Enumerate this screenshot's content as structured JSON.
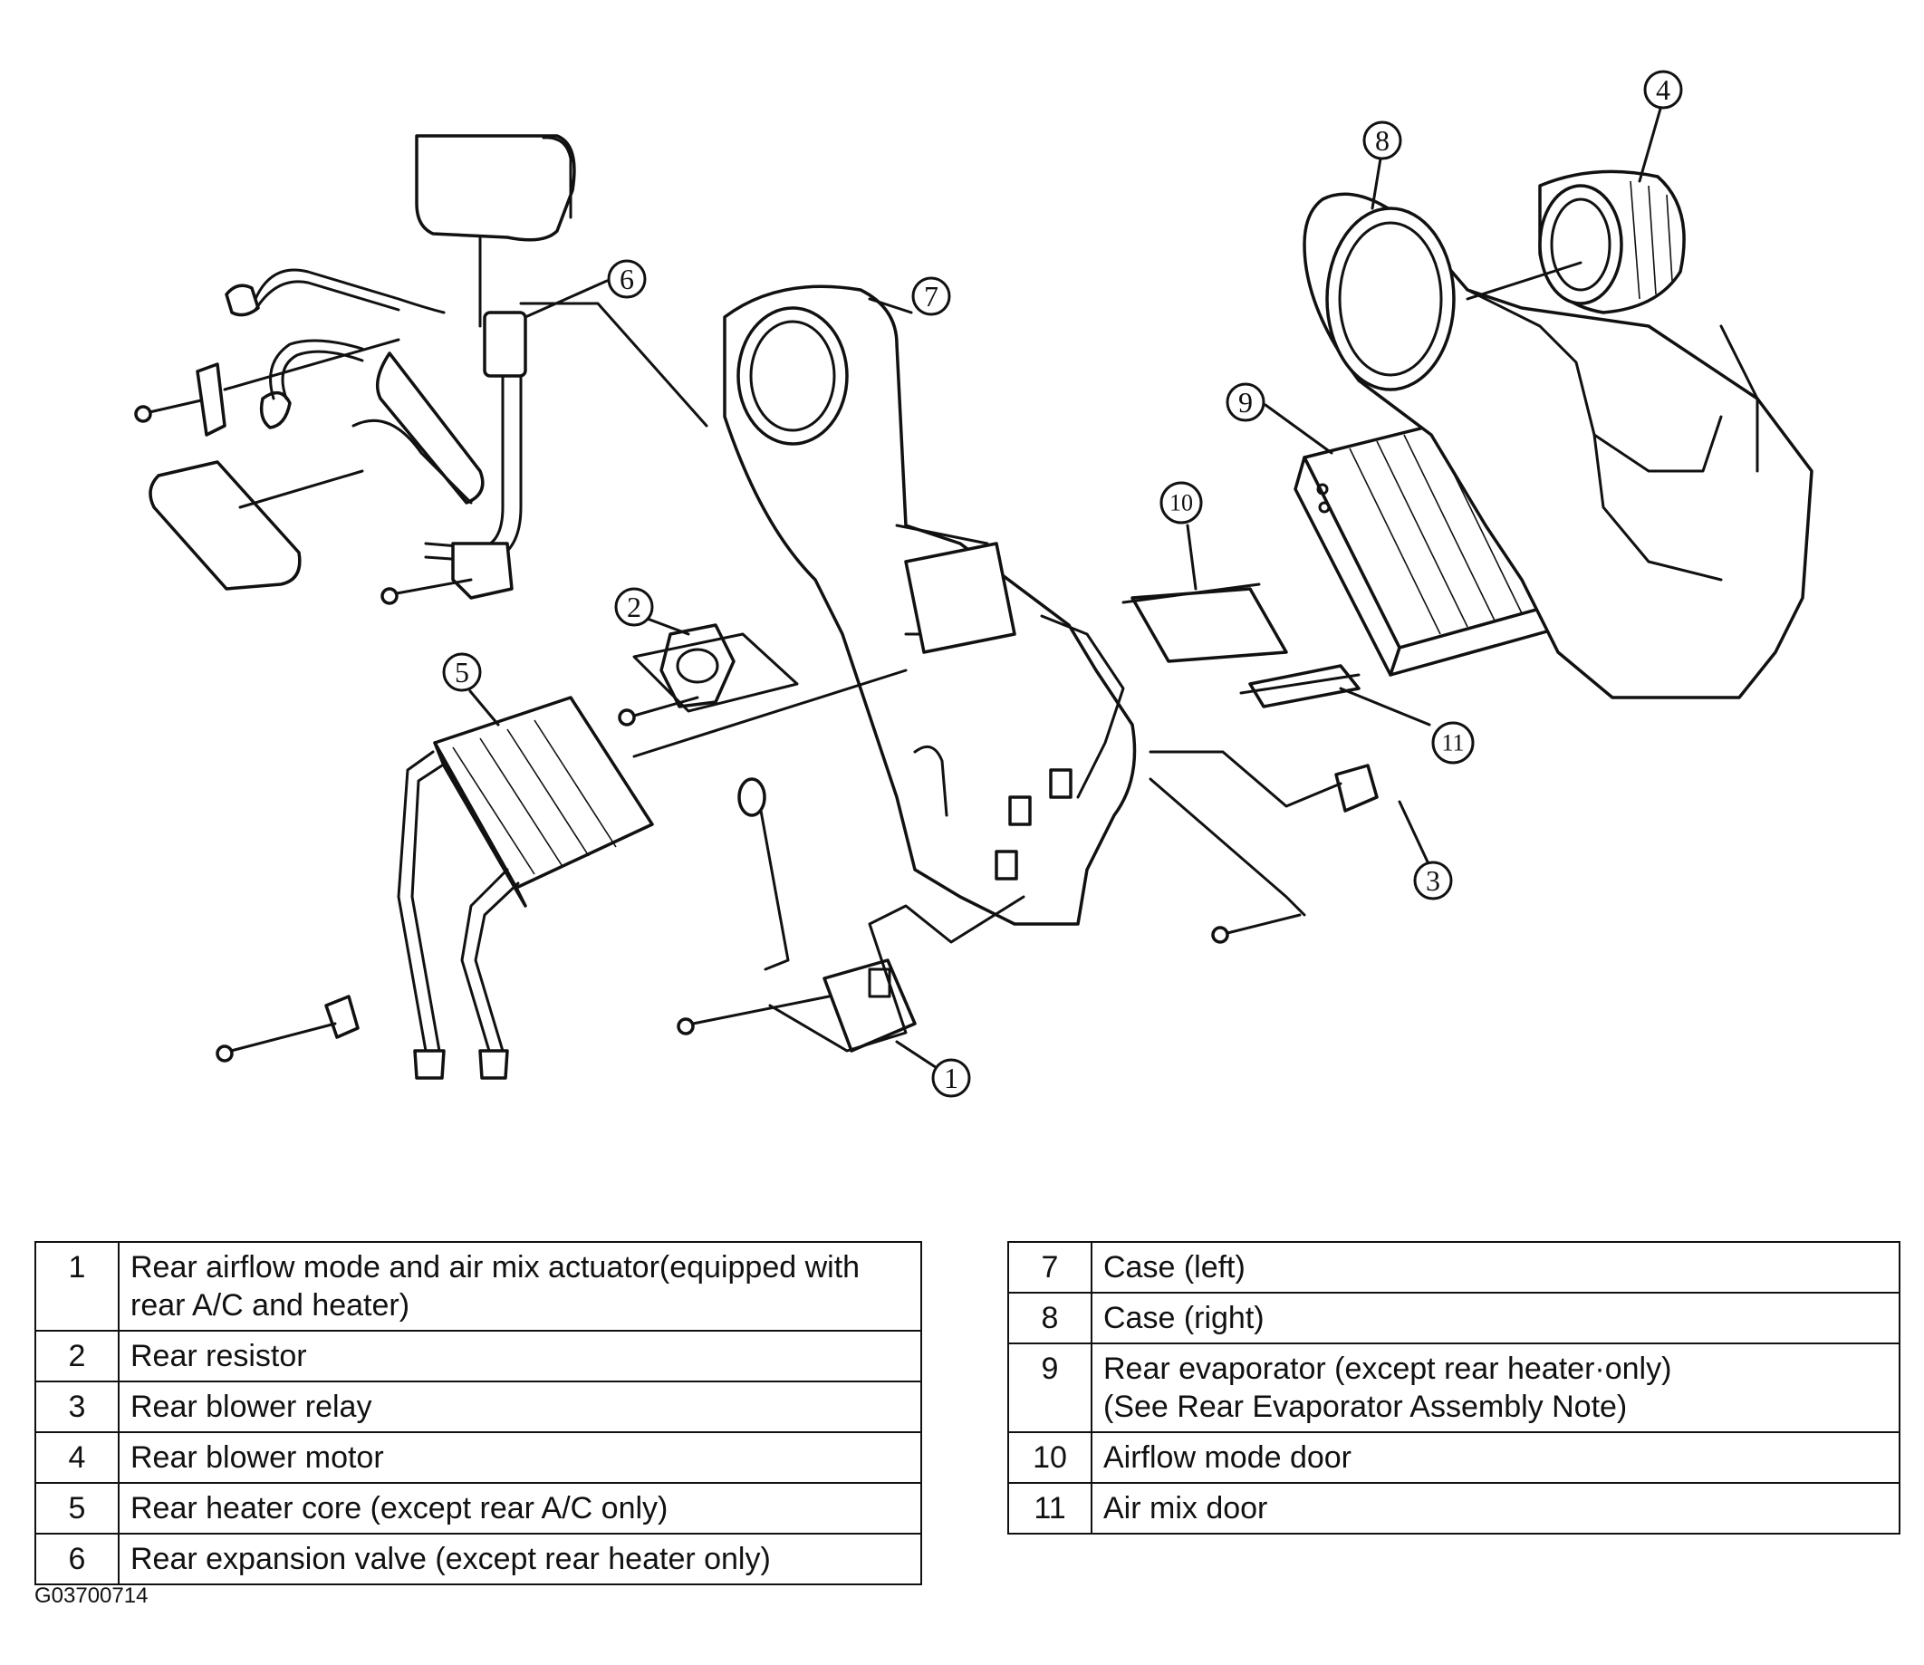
{
  "callouts": [
    {
      "label": "1"
    },
    {
      "label": "2"
    },
    {
      "label": "3"
    },
    {
      "label": "4"
    },
    {
      "label": "5"
    },
    {
      "label": "6"
    },
    {
      "label": "7"
    },
    {
      "label": "8"
    },
    {
      "label": "9"
    },
    {
      "label": "10"
    },
    {
      "label": "11"
    }
  ],
  "legend_left": [
    {
      "num": "1",
      "desc": "Rear airflow mode and air mix actuator(equipped with rear A/C and heater)"
    },
    {
      "num": "2",
      "desc": "Rear resistor"
    },
    {
      "num": "3",
      "desc": "Rear blower relay"
    },
    {
      "num": "4",
      "desc": "Rear blower motor"
    },
    {
      "num": "5",
      "desc": "Rear heater core (except rear A/C only)"
    },
    {
      "num": "6",
      "desc": "Rear expansion valve (except rear heater only)"
    }
  ],
  "legend_right": [
    {
      "num": "7",
      "desc": "Case (left)"
    },
    {
      "num": "8",
      "desc": "Case (right)"
    },
    {
      "num": "9",
      "desc": "Rear evaporator (except rear heater·only)",
      "note": "(See  Rear Evaporator Assembly Note)"
    },
    {
      "num": "10",
      "desc": "Airflow mode door"
    },
    {
      "num": "11",
      "desc": "Air mix door"
    }
  ],
  "figure_code": "G03700714"
}
